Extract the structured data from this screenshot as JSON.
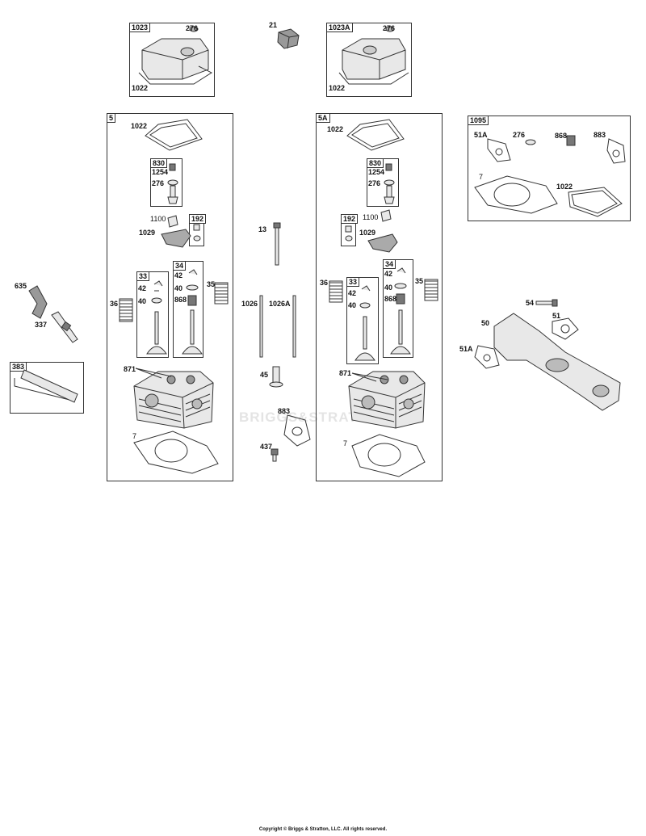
{
  "colors": {
    "line": "#333333",
    "fill": "#e8e8e8",
    "dark": "#555555",
    "watermark": "#e4e4e4"
  },
  "groups": {
    "g1023": "1023",
    "g1023a": "1023A",
    "g5": "5",
    "g5a": "5A",
    "g1095": "1095",
    "g383": "383",
    "g830l": "830",
    "g830r": "830",
    "g192l": "192",
    "g192r": "192",
    "g33l": "33",
    "g33r": "33",
    "g34l": "34",
    "g34r": "34"
  },
  "labels": {
    "p276a": "276",
    "p1022a": "1022",
    "p21": "21",
    "p276b": "276",
    "p1022b": "1022",
    "p1022c": "1022",
    "p1254l": "1254",
    "p276c": "276",
    "p1100l": "1100",
    "p1029l": "1029",
    "p42l33": "42",
    "p40l33": "40",
    "p42l34": "42",
    "p40l34": "40",
    "p868l": "868",
    "p35l": "35",
    "p36l": "36",
    "p871l": "871",
    "p7l": "7",
    "p13": "13",
    "p1026": "1026",
    "p1026a": "1026A",
    "p45": "45",
    "p883": "883",
    "p437": "437",
    "p1022d": "1022",
    "p1254r": "1254",
    "p276d": "276",
    "p1100r": "1100",
    "p1029r": "1029",
    "p36r": "36",
    "p42r33": "42",
    "p40r33": "40",
    "p42r34": "42",
    "p40r34": "40",
    "p868r": "868",
    "p35r": "35",
    "p871r": "871",
    "p7r": "7",
    "p51a": "51A",
    "p276e": "276",
    "p868k": "868",
    "p883k": "883",
    "p7k": "7",
    "p1022k": "1022",
    "p635": "635",
    "p337": "337",
    "p54": "54",
    "p50": "50",
    "p51": "51",
    "p51b": "51A"
  },
  "watermark": "BRIGGS&STRATTON",
  "copyright": "Copyright © Briggs & Stratton, LLC. All rights reserved."
}
